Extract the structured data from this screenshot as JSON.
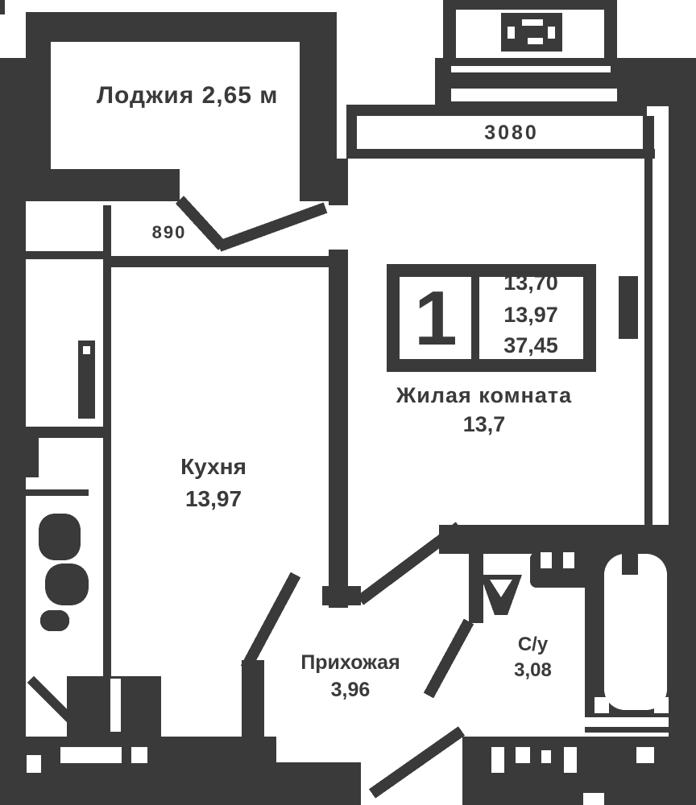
{
  "colors": {
    "wall": "#3a3a3a",
    "background": "#ffffff"
  },
  "callout": {
    "label": "Лоджия 2,65 м"
  },
  "dimensions": {
    "width_label": "3080",
    "opening_label": "890"
  },
  "info_box": {
    "rooms_count": "1",
    "area_lines": [
      "13,70",
      "13,97",
      "37,45"
    ]
  },
  "rooms": {
    "living": {
      "name": "Жилая комната",
      "area": "13,7"
    },
    "kitchen": {
      "name": "Кухня",
      "area": "13,97"
    },
    "hallway": {
      "name": "Прихожая",
      "area": "3,96"
    },
    "bathroom": {
      "name": "С/у",
      "area": "3,08"
    }
  },
  "icons": {
    "shaft": "ventilation-shaft-icon",
    "bathtub": "bathtub-icon",
    "toilet": "toilet-icon",
    "sink": "sink-icon",
    "radiator": "radiator-icon",
    "doors": "door-swing-icon"
  }
}
